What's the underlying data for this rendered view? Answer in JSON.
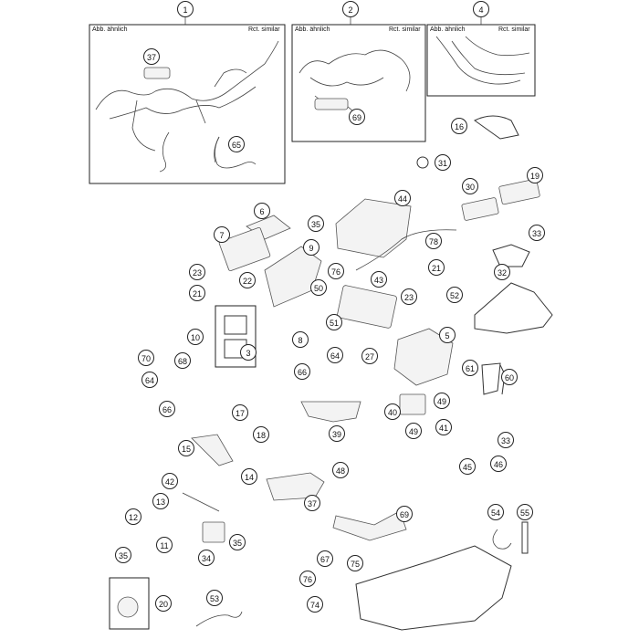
{
  "frames": {
    "f1": {
      "left": "Abb. ähnlich",
      "right": "Rct. similar"
    },
    "f2": {
      "left": "Abb. ähnlich",
      "right": "Rct. similar"
    },
    "f4": {
      "left": "Abb. ähnlich",
      "right": "Rct. similar"
    }
  },
  "callouts": [
    {
      "id": "c1",
      "label": "1"
    },
    {
      "id": "c2",
      "label": "2"
    },
    {
      "id": "c4",
      "label": "4"
    },
    {
      "id": "c37a",
      "label": "37"
    },
    {
      "id": "c65",
      "label": "65"
    },
    {
      "id": "c69a",
      "label": "69"
    },
    {
      "id": "c16",
      "label": "16"
    },
    {
      "id": "c31",
      "label": "31"
    },
    {
      "id": "c30",
      "label": "30"
    },
    {
      "id": "c19",
      "label": "19"
    },
    {
      "id": "c44",
      "label": "44"
    },
    {
      "id": "c6",
      "label": "6"
    },
    {
      "id": "c35a",
      "label": "35"
    },
    {
      "id": "c7",
      "label": "7"
    },
    {
      "id": "c9",
      "label": "9"
    },
    {
      "id": "c78",
      "label": "78"
    },
    {
      "id": "c33a",
      "label": "33"
    },
    {
      "id": "c23a",
      "label": "23"
    },
    {
      "id": "c22",
      "label": "22"
    },
    {
      "id": "c76a",
      "label": "76"
    },
    {
      "id": "c43",
      "label": "43"
    },
    {
      "id": "c21a",
      "label": "21"
    },
    {
      "id": "c32",
      "label": "32"
    },
    {
      "id": "c21b",
      "label": "21"
    },
    {
      "id": "c50",
      "label": "50"
    },
    {
      "id": "c52",
      "label": "52"
    },
    {
      "id": "c23b",
      "label": "23"
    },
    {
      "id": "c51",
      "label": "51"
    },
    {
      "id": "c10",
      "label": "10"
    },
    {
      "id": "c8",
      "label": "8"
    },
    {
      "id": "c5",
      "label": "5"
    },
    {
      "id": "c3",
      "label": "3"
    },
    {
      "id": "c70",
      "label": "70"
    },
    {
      "id": "c68",
      "label": "68"
    },
    {
      "id": "c27",
      "label": "27"
    },
    {
      "id": "c64a",
      "label": "64"
    },
    {
      "id": "c64b",
      "label": "64"
    },
    {
      "id": "c66a",
      "label": "66"
    },
    {
      "id": "c61",
      "label": "61"
    },
    {
      "id": "c60",
      "label": "60"
    },
    {
      "id": "c66b",
      "label": "66"
    },
    {
      "id": "c49a",
      "label": "49"
    },
    {
      "id": "c40",
      "label": "40"
    },
    {
      "id": "c49b",
      "label": "49"
    },
    {
      "id": "c41",
      "label": "41"
    },
    {
      "id": "c17",
      "label": "17"
    },
    {
      "id": "c39",
      "label": "39"
    },
    {
      "id": "c18",
      "label": "18"
    },
    {
      "id": "c15",
      "label": "15"
    },
    {
      "id": "c33b",
      "label": "33"
    },
    {
      "id": "c45",
      "label": "45"
    },
    {
      "id": "c46",
      "label": "46"
    },
    {
      "id": "c14",
      "label": "14"
    },
    {
      "id": "c48",
      "label": "48"
    },
    {
      "id": "c42",
      "label": "42"
    },
    {
      "id": "c13",
      "label": "13"
    },
    {
      "id": "c37b",
      "label": "37"
    },
    {
      "id": "c69b",
      "label": "69"
    },
    {
      "id": "c12",
      "label": "12"
    },
    {
      "id": "c54",
      "label": "54"
    },
    {
      "id": "c55",
      "label": "55"
    },
    {
      "id": "c11",
      "label": "11"
    },
    {
      "id": "c34",
      "label": "34"
    },
    {
      "id": "c35b",
      "label": "35"
    },
    {
      "id": "c35c",
      "label": "35"
    },
    {
      "id": "c67",
      "label": "67"
    },
    {
      "id": "c75",
      "label": "75"
    },
    {
      "id": "c76b",
      "label": "76"
    },
    {
      "id": "c20",
      "label": "20"
    },
    {
      "id": "c53",
      "label": "53"
    },
    {
      "id": "c74",
      "label": "74"
    }
  ]
}
